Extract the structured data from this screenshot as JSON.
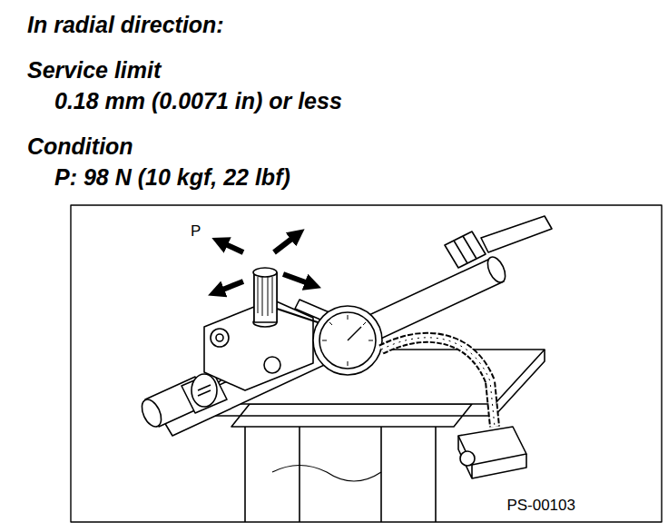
{
  "diagram": {
    "labels": [
      "In radial direction:",
      "Service limit",
      "0.18 mm (0.0071 in) or less",
      "Condition",
      "P: 98 N (10 kgf, 22 lbf)",
      "P",
      "PS-00103"
    ]
  }
}
